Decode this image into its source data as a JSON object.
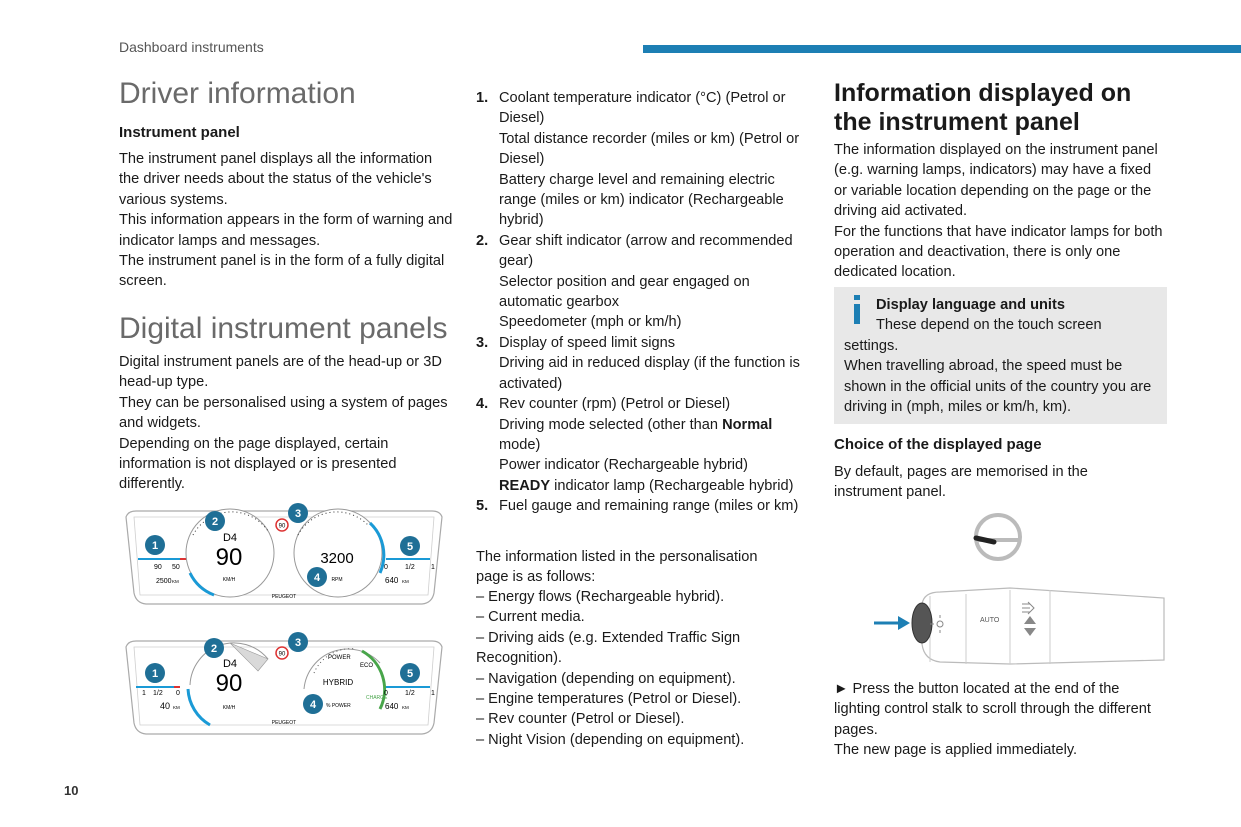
{
  "header": {
    "section_label": "Dashboard instruments"
  },
  "left": {
    "title": "Driver information",
    "instrument_panel_heading": "Instrument panel",
    "instrument_panel_paras": [
      "The instrument panel displays all the information the driver needs about the status of the vehicle's various systems.",
      "This information appears in the form of warning and indicator lamps and messages.",
      "The instrument panel is in the form of a fully digital screen."
    ],
    "digital_title": "Digital instrument panels",
    "digital_paras": [
      "Digital instrument panels are of the head-up or 3D head-up type.",
      "They can be personalised using a system of pages and widgets.",
      "Depending on the page displayed, certain information is not displayed or is presented differently."
    ]
  },
  "cluster1": {
    "gear": "D4",
    "speed": "90",
    "speed_unit": "KM/H",
    "rpm": "3200",
    "rpm_unit": "RPM",
    "speed_limit": "90",
    "odometer": "2500",
    "odometer_unit": "KM",
    "temp_ticks": [
      "90",
      "50"
    ],
    "fuel_ticks": [
      "0",
      "1/2",
      "1"
    ],
    "range": "640",
    "range_unit": "KM",
    "brand": "PEUGEOT",
    "callouts": [
      "1",
      "2",
      "3",
      "4",
      "5"
    ]
  },
  "cluster2": {
    "gear": "D4",
    "speed": "90",
    "speed_unit": "KM/H",
    "mode": "HYBRID",
    "power_label": "POWER",
    "eco_label": "ECO",
    "charge_label": "CHARGE",
    "power_pct_label": "% POWER",
    "speed_limit": "90",
    "battery_ticks": [
      "1",
      "1/2",
      "0"
    ],
    "electric_range": "40",
    "electric_range_unit": "KM",
    "fuel_ticks": [
      "0",
      "1/2",
      "1"
    ],
    "range": "640",
    "range_unit": "KM",
    "brand": "PEUGEOT",
    "callouts": [
      "1",
      "2",
      "3",
      "4",
      "5"
    ]
  },
  "middle": {
    "items": [
      {
        "num": "1.",
        "lines": [
          "Coolant temperature indicator (°C) (Petrol or Diesel)",
          "Total distance recorder (miles or km) (Petrol or Diesel)",
          "Battery charge level and remaining electric range (miles or km) indicator (Rechargeable hybrid)"
        ]
      },
      {
        "num": "2.",
        "lines": [
          "Gear shift indicator (arrow and recommended gear)",
          "Selector position and gear engaged on automatic gearbox",
          "Speedometer (mph or km/h)"
        ]
      },
      {
        "num": "3.",
        "lines": [
          "Display of speed limit signs",
          "Driving aid in reduced display (if the function is activated)"
        ]
      },
      {
        "num": "4.",
        "lines": [
          "Rev counter (rpm) (Petrol or Diesel)"
        ]
      },
      {
        "num": "5.",
        "lines": [
          "Fuel gauge and remaining range (miles or km)"
        ]
      }
    ],
    "item4_mode_pre": "Driving mode selected (other than ",
    "item4_mode_bold": "Normal",
    "item4_mode_post": " mode)",
    "item4_power": "Power indicator (Rechargeable hybrid)",
    "item4_ready_bold": "READY",
    "item4_ready_post": " indicator lamp (Rechargeable hybrid)",
    "personalisation_intro": "The information listed in the personalisation page is as follows:",
    "personalisation_items": [
      "– Energy flows (Rechargeable hybrid).",
      "– Current media.",
      "– Driving aids (e.g. Extended Traffic Sign Recognition).",
      "– Navigation (depending on equipment).",
      "– Engine temperatures (Petrol or Diesel).",
      "– Rev counter (Petrol or Diesel).",
      "– Night Vision (depending on equipment)."
    ]
  },
  "right": {
    "title": "Information displayed on the instrument panel",
    "paras": [
      "The information displayed on the instrument panel (e.g. warning lamps, indicators) may have a fixed or variable location depending on the page or the driving aid activated.",
      "For the functions that have indicator lamps for both operation and deactivation, there is only one dedicated location."
    ],
    "info_box": {
      "heading": "Display language and units",
      "line1": "These depend on the touch screen settings.",
      "line2": "When travelling abroad, the speed must be shown in the official units of the country you are driving in (mph, miles or km/h, km)."
    },
    "choice_heading": "Choice of the displayed page",
    "choice_para": "By default, pages are memorised in the instrument panel.",
    "stalk_label": "AUTO",
    "press_text": "► Press the button located at the end of the lighting control stalk to scroll through the different pages.",
    "applied_text": "The new page is applied immediately."
  },
  "footer": {
    "page_number": "10"
  },
  "colors": {
    "accent_blue": "#1d7fb4",
    "callout_blue": "#1f6f96",
    "info_box_bg": "#e8e8e8"
  }
}
